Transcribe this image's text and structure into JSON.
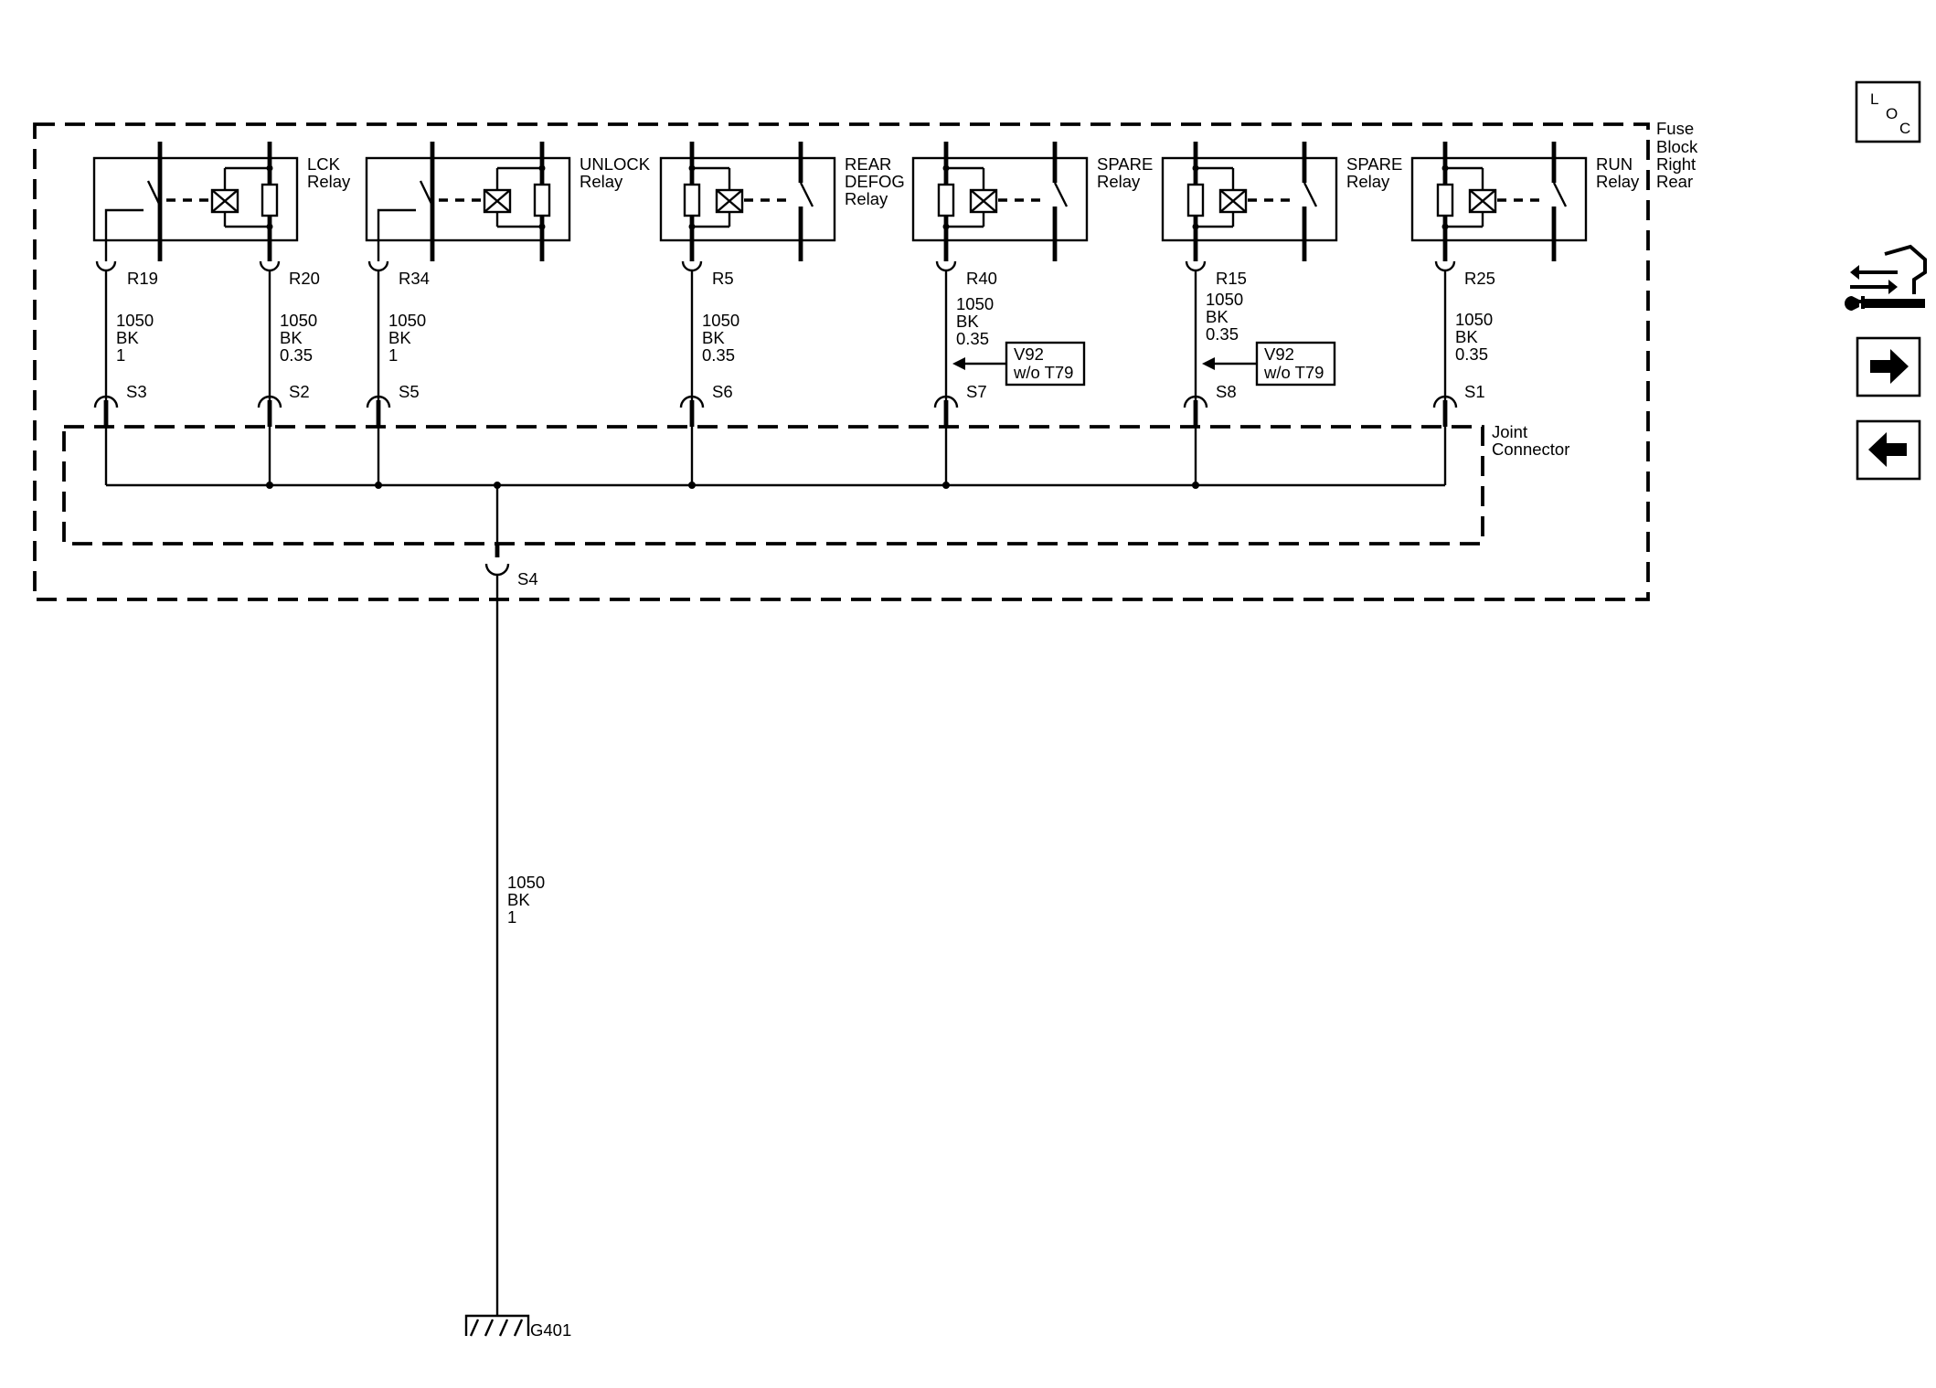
{
  "components": {
    "fuse_block": [
      "Fuse",
      "Block",
      "Right",
      "Rear"
    ],
    "joint_connector": [
      "Joint",
      "Connector"
    ]
  },
  "relays": [
    {
      "lines": [
        "LCK",
        "Relay"
      ],
      "left_pin": "R19",
      "right_pin": "R20"
    },
    {
      "lines": [
        "UNLOCK",
        "Relay"
      ],
      "left_pin": "R34"
    },
    {
      "lines": [
        "REAR",
        "DEFOG",
        "Relay"
      ],
      "left_pin": "R5"
    },
    {
      "lines": [
        "SPARE",
        "Relay"
      ],
      "left_pin": "R40"
    },
    {
      "lines": [
        "SPARE",
        "Relay"
      ],
      "left_pin": "R15"
    },
    {
      "lines": [
        "RUN",
        "Relay"
      ],
      "left_pin": "R25"
    }
  ],
  "wires": [
    {
      "circuit": "1050",
      "color": "BK",
      "gauge": "1",
      "splice": "S3"
    },
    {
      "circuit": "1050",
      "color": "BK",
      "gauge": "0.35",
      "splice": "S2"
    },
    {
      "circuit": "1050",
      "color": "BK",
      "gauge": "1",
      "splice": "S5"
    },
    {
      "circuit": "1050",
      "color": "BK",
      "gauge": "0.35",
      "splice": "S6"
    },
    {
      "circuit": "1050",
      "color": "BK",
      "gauge": "0.35",
      "splice": "S7",
      "option": [
        "V92",
        "w/o T79"
      ]
    },
    {
      "circuit": "1050",
      "color": "BK",
      "gauge": "0.35",
      "splice": "S8",
      "option": [
        "V92",
        "w/o T79"
      ]
    },
    {
      "circuit": "1050",
      "color": "BK",
      "gauge": "0.35",
      "splice": "S1"
    }
  ],
  "ground": {
    "splice": "S4",
    "circuit": "1050",
    "color": "BK",
    "gauge": "1",
    "ground_point": "G401"
  },
  "nav": {
    "loc_letters": [
      "L",
      "O",
      "C"
    ],
    "icons": [
      "connector-wrench-icon",
      "arrow-right-icon",
      "arrow-left-icon"
    ]
  }
}
